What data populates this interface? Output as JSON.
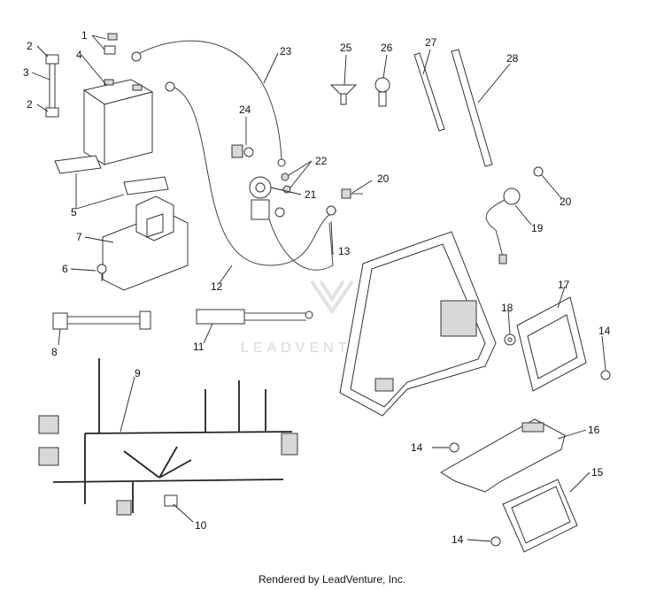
{
  "diagram": {
    "callouts": [
      "1",
      "2",
      "3",
      "2",
      "4",
      "5",
      "6",
      "7",
      "8",
      "9",
      "10",
      "11",
      "12",
      "13",
      "14",
      "14",
      "14",
      "15",
      "16",
      "17",
      "18",
      "19",
      "20",
      "20",
      "21",
      "22",
      "23",
      "24",
      "25",
      "26",
      "27",
      "28"
    ],
    "watermark": "LEADVENTURE"
  },
  "footer": {
    "text": "Rendered by LeadVenture, Inc."
  }
}
